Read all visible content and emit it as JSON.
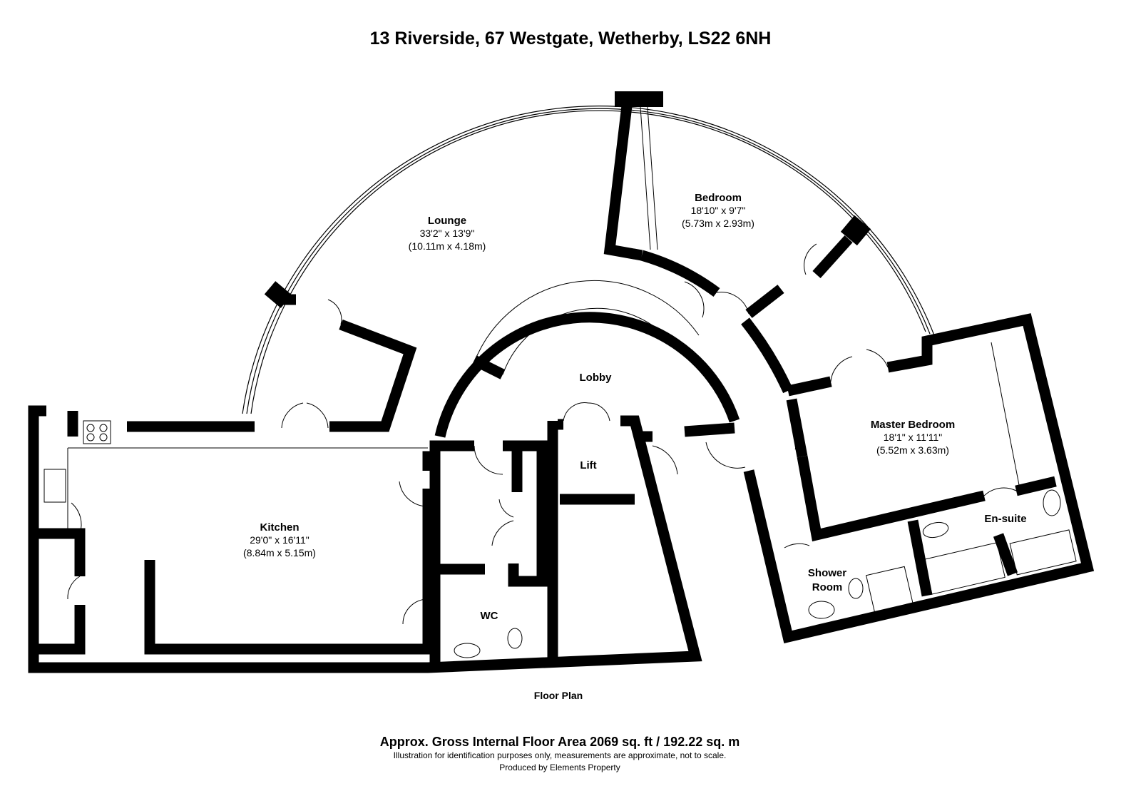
{
  "title": "13 Riverside, 67 Westgate, Wetherby, LS22 6NH",
  "rooms": {
    "lounge": {
      "name": "Lounge",
      "imperial": "33'2\" x 13'9\"",
      "metric": "(10.11m x 4.18m)"
    },
    "bedroom": {
      "name": "Bedroom",
      "imperial": "18'10\" x 9'7\"",
      "metric": "(5.73m x 2.93m)"
    },
    "master_bedroom": {
      "name": "Master Bedroom",
      "imperial": "18'1\" x 11'11\"",
      "metric": "(5.52m x 3.63m)"
    },
    "kitchen": {
      "name": "Kitchen",
      "imperial": "29'0\" x 16'11\"",
      "metric": "(8.84m x 5.15m)"
    },
    "lobby": {
      "name": "Lobby"
    },
    "lift": {
      "name": "Lift"
    },
    "wc": {
      "name": "WC"
    },
    "ensuite": {
      "name": "En-suite"
    },
    "shower_room": {
      "name": "Shower",
      "name2": "Room"
    }
  },
  "floor_label": "Floor Plan",
  "footer": {
    "area": "Approx. Gross Internal Floor Area 2069 sq. ft / 192.22 sq. m",
    "disclaimer": "Illustration for identification purposes only, measurements are approximate, not to scale.",
    "producer": "Produced by Elements Property"
  }
}
